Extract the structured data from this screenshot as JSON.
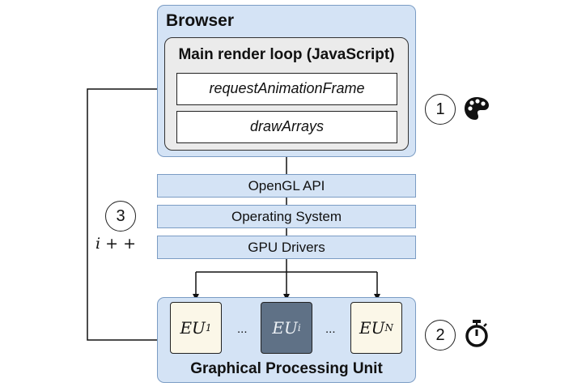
{
  "browser": {
    "title": "Browser",
    "render_loop": {
      "title": "Main render loop (JavaScript)",
      "functions": [
        "requestAnimationFrame",
        "drawArrays"
      ]
    }
  },
  "layers": [
    "OpenGL API",
    "Operating System",
    "GPU Drivers"
  ],
  "gpu": {
    "title": "Graphical Processing Unit",
    "units": [
      {
        "base": "EU",
        "sub": "1",
        "highlighted": false
      },
      {
        "base": "EU",
        "sub": "i",
        "highlighted": true
      },
      {
        "base": "EU",
        "sub": "N",
        "highlighted": false
      }
    ],
    "ellipsis": "..."
  },
  "steps": [
    {
      "number": "1",
      "icon": "palette-icon"
    },
    {
      "number": "2",
      "icon": "stopwatch-icon"
    },
    {
      "number": "3",
      "label": "i + +"
    }
  ],
  "colors": {
    "box_fill": "#d4e3f5",
    "box_border": "#7b9cc4",
    "loop_fill": "#ebebeb",
    "eu_fill": "#fbf7e8",
    "eu_active_fill": "#5f7186"
  }
}
